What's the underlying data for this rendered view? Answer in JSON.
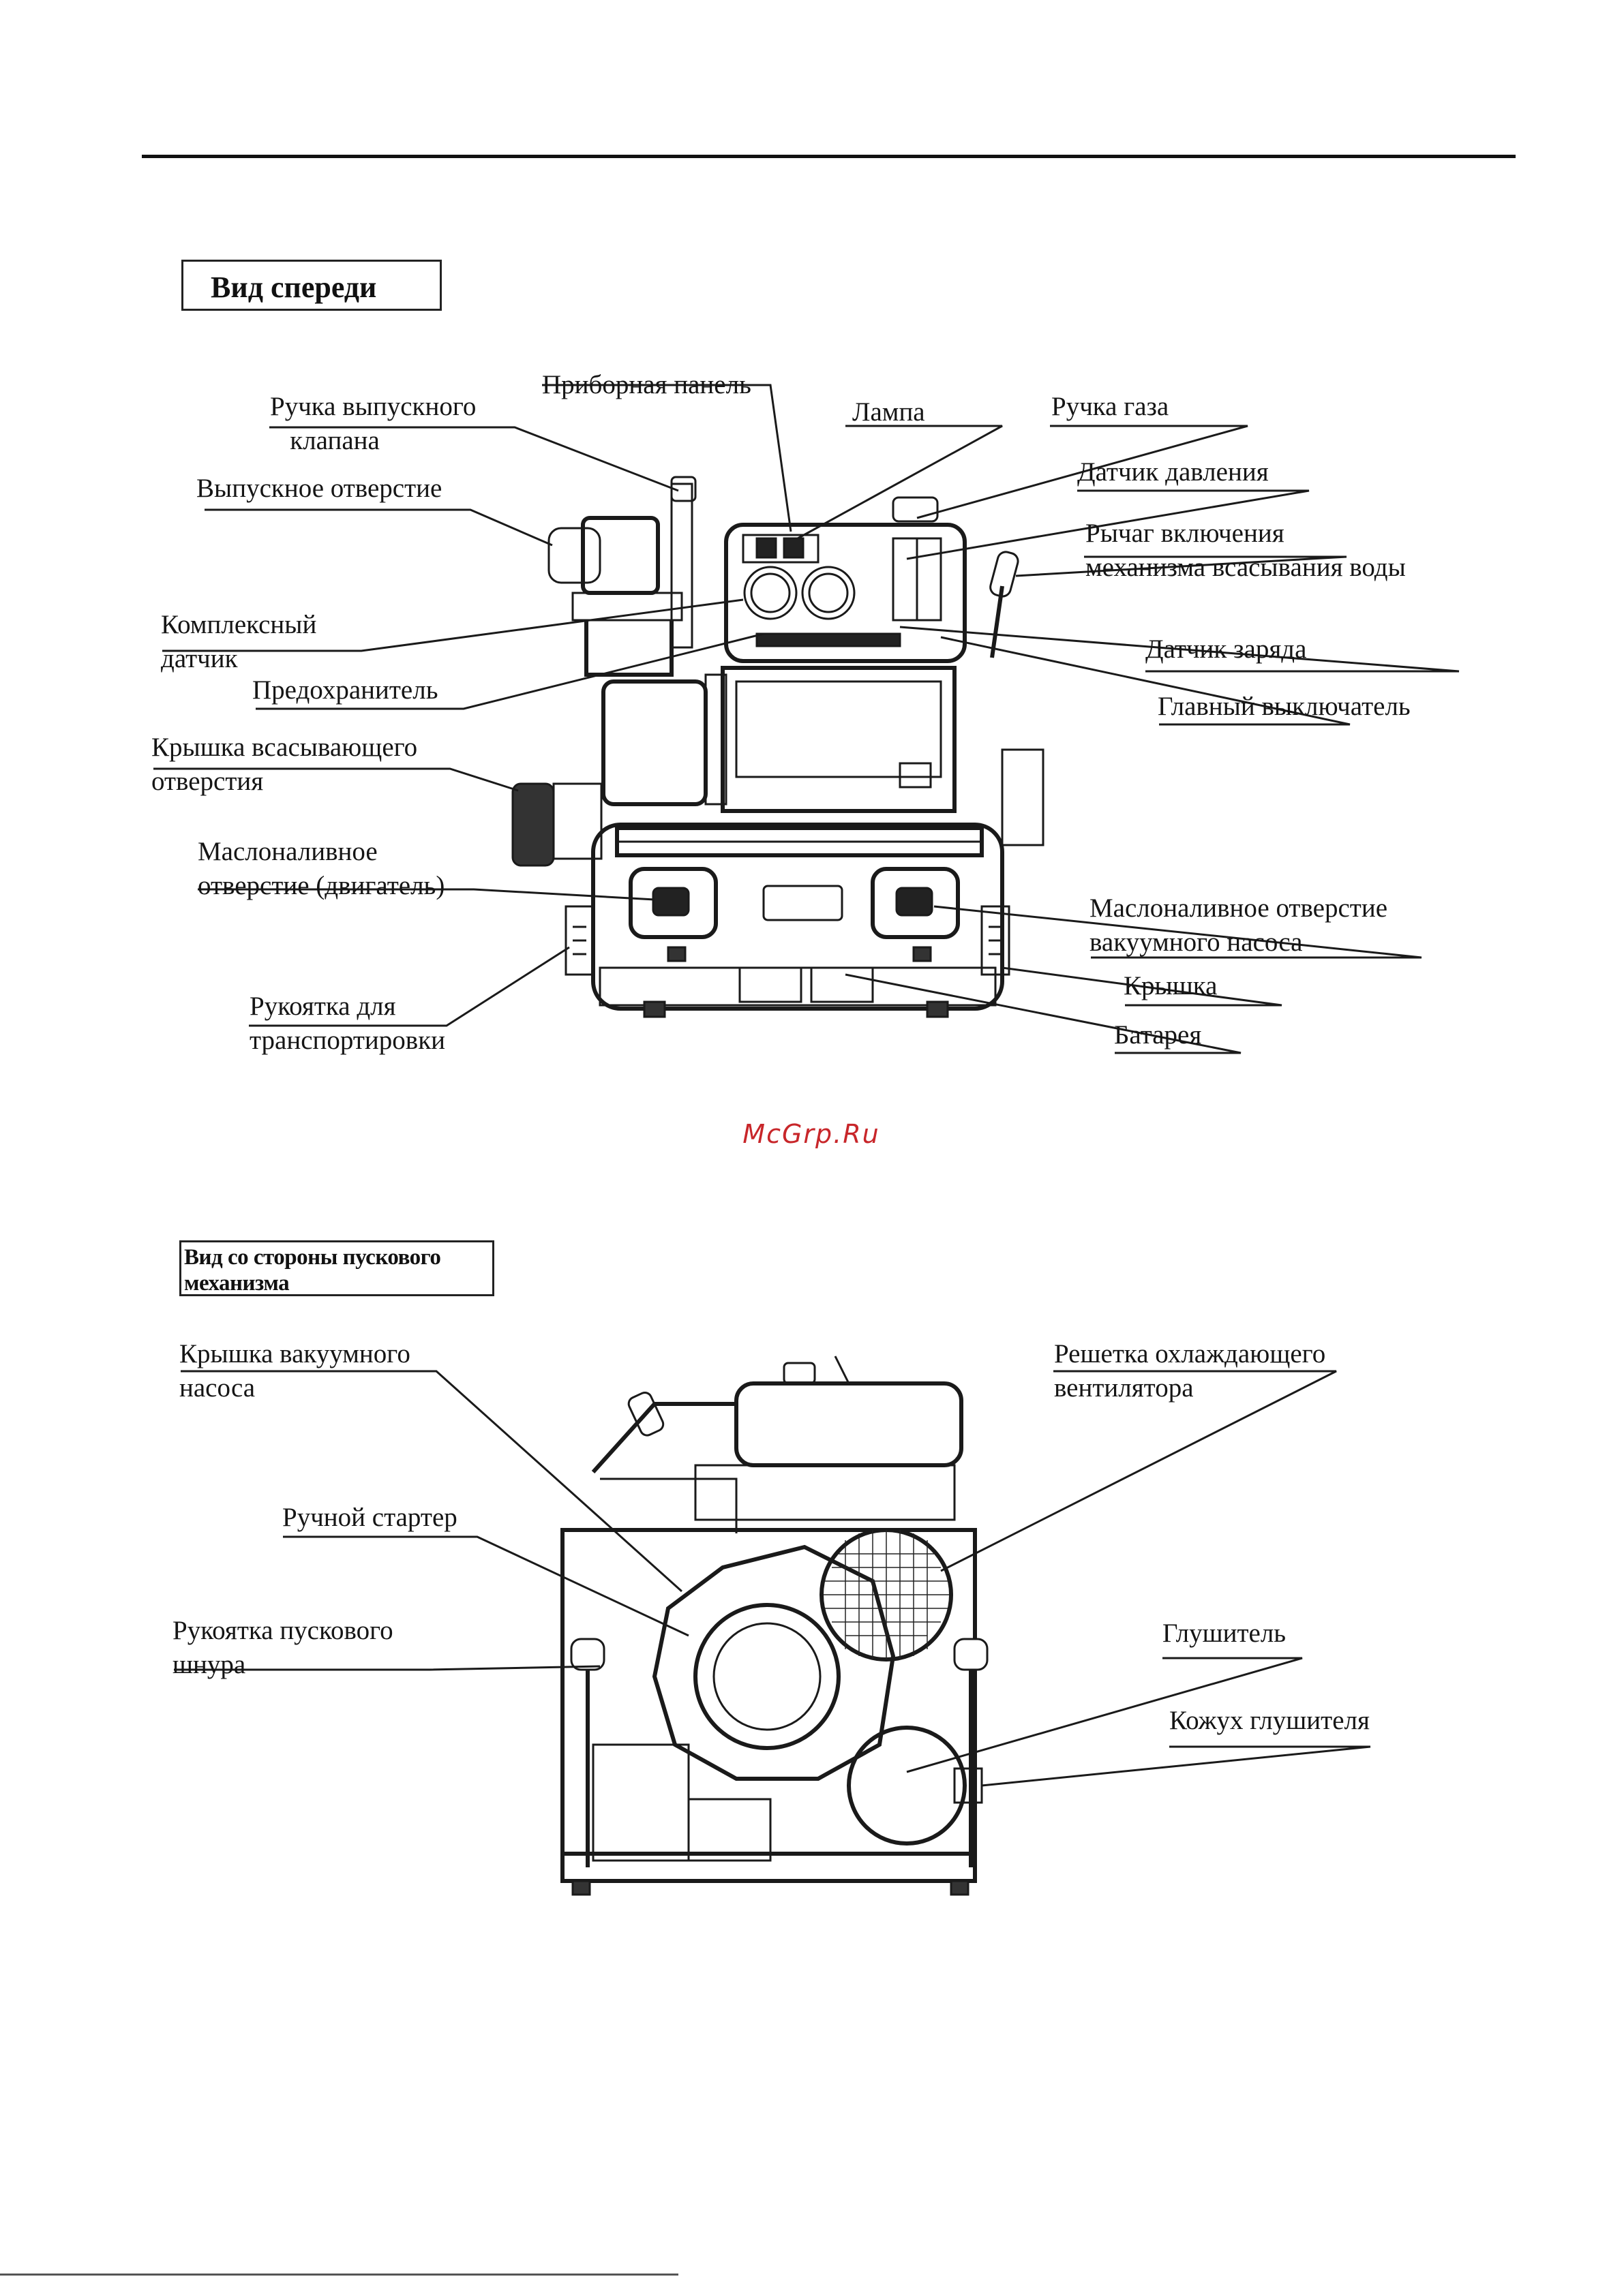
{
  "watermark": "McGrp.Ru",
  "front_view": {
    "title": "Вид спереди",
    "labels": {
      "outlet_valve_handle": "Ручка выпускного\n   клапана",
      "instrument_panel": "Приборная панель",
      "lamp": "Лампа",
      "throttle_knob": "Ручка газа",
      "pressure_gauge": "Датчик давления",
      "outlet": "Выпускное отверстие",
      "suction_lever": "Рычаг включения\nмеханизма всасывания воды",
      "compound_gauge": "Комплексный\nдатчик",
      "fuse": "Предохранитель",
      "charge_sensor": "Датчик заряда",
      "main_switch": "Главный выключатель",
      "suction_cap": "Крышка всасывающего\nотверстия",
      "engine_oil_filler": "Маслоналивное\nотверстие (двигатель)",
      "vacuum_oil_filler": "Маслоналивное отверстие\nвакуумного насоса",
      "cover": "Крышка",
      "carry_handle": "Рукоятка для\nтранспортировки",
      "battery": "Батарея"
    }
  },
  "starter_view": {
    "title": "Вид со стороны пускового\nмеханизма",
    "labels": {
      "vacuum_pump_cover": "Крышка вакуумного\nнасоса",
      "fan_grille": "Решетка охлаждающего\nвентилятора",
      "recoil_starter": "Ручной стартер",
      "starter_grip": "Рукоятка пускового\nшнура",
      "muffler": "Глушитель",
      "muffler_cover": "Кожух глушителя"
    }
  }
}
